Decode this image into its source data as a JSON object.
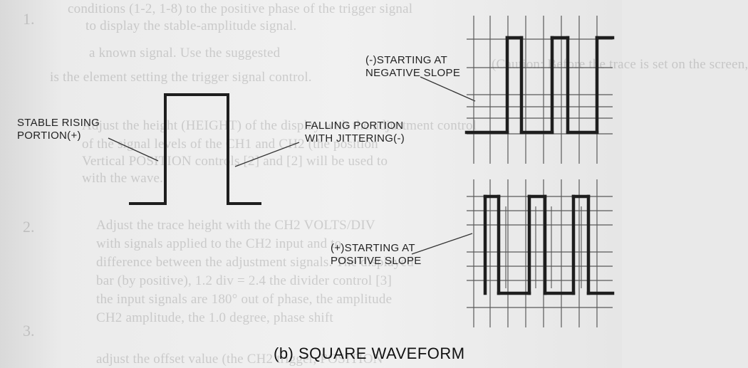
{
  "background_text": [
    "conditions (1-2, 1-8) to the positive phase of the trigger signal",
    "to display the stable-amplitude signal.",
    "(Caution: Before the trace is set on the screen,",
    "a known signal. Use the suggested",
    "is the element setting the trigger signal control.",
    "Adjust the height (HEIGHT) of the display with the adjustment control",
    "of the signal levels of the CH1 and CH2 (the position",
    "Vertical POSITION controls [2] and [2] will be used to",
    "with the wave.",
    "Adjust the trace height with the CH2 VOLTS/DIV",
    "with signals applied to the CH2 input and to",
    "difference between the adjustment signals. The displayed",
    "bar (by positive), 1.2 div = 2.4 the divider control [3]",
    "the input signals are 180° out of phase, the amplitude",
    "CH2 amplitude, the 1.0 degree, phase shift",
    "adjust the offset value (the CH2 trigger, POSITION"
  ],
  "background_numbers": [
    "1.",
    "2.",
    "3."
  ],
  "labels": {
    "stable_rising": [
      "STABLE RISING",
      "PORTION(+)"
    ],
    "falling_jitter": [
      "FALLING PORTION",
      "WITH JITTERING(-)"
    ],
    "negative_slope": [
      "(-)STARTING AT",
      "NEGATIVE SLOPE"
    ],
    "positive_slope": [
      "(+)STARTING AT",
      "POSITIVE SLOPE"
    ]
  },
  "caption": "(b) SQUARE WAVEFORM",
  "colors": {
    "ink": "#222222",
    "grid": "#5a5a5a",
    "paper": "#f1f1f1"
  }
}
